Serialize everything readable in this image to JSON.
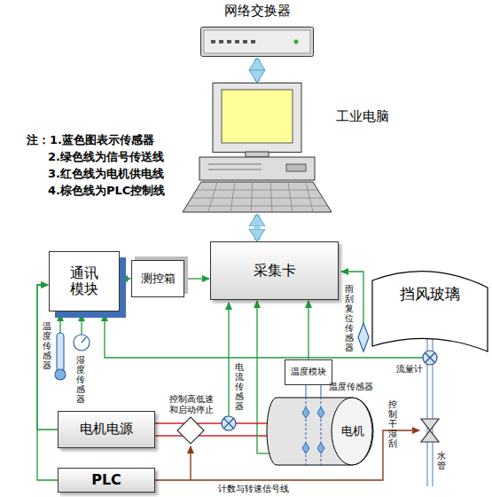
{
  "diagram": {
    "nodes": [
      {
        "text": [
          "网络交换器"
        ]
      },
      {
        "text": [
          "工业电脑"
        ]
      },
      {
        "text": [
          "通讯模块"
        ]
      },
      {
        "text": [
          "测控箱"
        ]
      },
      {
        "text": [
          "采集卡"
        ]
      },
      {
        "text": [
          "电机电源"
        ]
      },
      {
        "text": [
          "PLC"
        ]
      },
      {
        "text": [
          "温度模块"
        ]
      },
      {
        "text": [
          "电机"
        ]
      },
      {
        "text": [
          "挡风玻璃"
        ]
      }
    ],
    "edges": [
      {
        "from": 0,
        "to": 1,
        "arrow": "both"
      },
      {
        "from": 1,
        "to": 4,
        "arrow": "both"
      },
      {
        "from": 2,
        "to": 3,
        "arrow": "both"
      },
      {
        "from": 3,
        "to": 4,
        "arrow": "to"
      },
      {
        "from": 5,
        "to": 2,
        "arrow": "to"
      },
      {
        "from": 6,
        "to": 2,
        "arrow": "to"
      },
      {
        "from": 7,
        "to": 4,
        "arrow": "to"
      },
      {
        "from": 8,
        "to": 4,
        "arrow": "to",
        "label": "计数与转速信号线"
      },
      {
        "from": 5,
        "to": 8,
        "arrow": "none"
      }
    ],
    "labels": [
      "注：1.蓝色图表示传感器",
      "2.绿色线为信号传送线",
      "3.红色线为电机供电线",
      "4.棕色线为PLC控制线",
      "温度传感器",
      "湿度传感器",
      "控制高低速和启动停止",
      "电流传感器",
      "温度传感器",
      "雨刮复位传感器",
      "流量计",
      "控制干湿刮",
      "水管"
    ]
  }
}
